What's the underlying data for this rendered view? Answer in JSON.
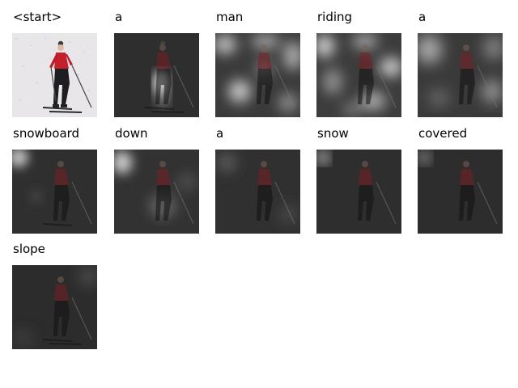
{
  "figure": {
    "tokens": [
      {
        "word": "<start>",
        "kind": "original"
      },
      {
        "word": "a",
        "kind": "attention"
      },
      {
        "word": "man",
        "kind": "attention"
      },
      {
        "word": "riding",
        "kind": "attention"
      },
      {
        "word": "a",
        "kind": "attention"
      },
      {
        "word": "snowboard",
        "kind": "attention"
      },
      {
        "word": "down",
        "kind": "attention"
      },
      {
        "word": "a",
        "kind": "attention"
      },
      {
        "word": "snow",
        "kind": "attention"
      },
      {
        "word": "covered",
        "kind": "attention"
      },
      {
        "word": "slope",
        "kind": "attention"
      }
    ]
  }
}
